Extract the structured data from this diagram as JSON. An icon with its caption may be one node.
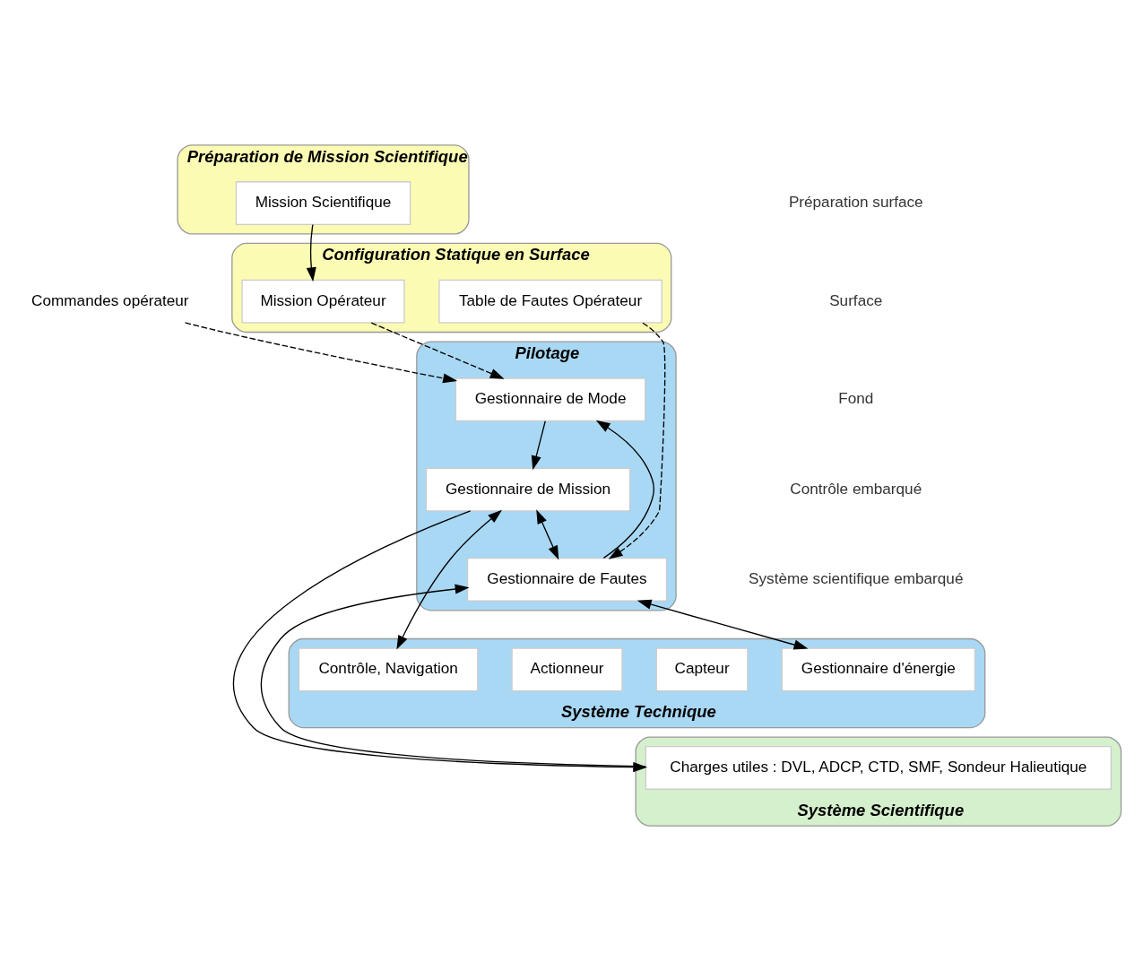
{
  "diagram": {
    "nodes": [
      {
        "text": [
          "Préparation de Mission Scientifique"
        ]
      },
      {
        "text": [
          "Mission Scientifique"
        ],
        "in": 0
      },
      {
        "text": [
          "Configuration Statique en Surface"
        ]
      },
      {
        "text": [
          "Mission Opérateur"
        ],
        "in": 2
      },
      {
        "text": [
          "Table de Fautes Opérateur"
        ],
        "in": 2
      },
      {
        "text": [
          "Commandes opérateur"
        ]
      },
      {
        "text": [
          "Pilotage"
        ]
      },
      {
        "text": [
          "Gestionnaire de Mode"
        ],
        "in": 6
      },
      {
        "text": [
          "Gestionnaire de Mission"
        ],
        "in": 6
      },
      {
        "text": [
          "Gestionnaire de Fautes"
        ],
        "in": 6
      },
      {
        "text": [
          "Système Technique"
        ]
      },
      {
        "text": [
          "Actionneur"
        ],
        "in": 10
      },
      {
        "text": [
          "Contrôle, Navigation"
        ],
        "in": 10
      },
      {
        "text": [
          "Capteur"
        ],
        "in": 10
      },
      {
        "text": [
          "Gestionnaire d'énergie"
        ],
        "in": 10
      },
      {
        "text": [
          "Système Scientifique"
        ]
      },
      {
        "text": [
          "Charges utiles : DVL, ADCP, CTD, SMF, Sondeur Halieutique"
        ],
        "in": 15
      }
    ],
    "edges": [
      {
        "from": 1,
        "to": 3,
        "arrow": "to"
      },
      {
        "from": 3,
        "to": 7,
        "arrow": "to",
        "style": "dashed"
      },
      {
        "from": 5,
        "to": 7,
        "arrow": "to",
        "style": "dashed"
      },
      {
        "from": 4,
        "to": 9,
        "arrow": "to",
        "style": "dashed"
      },
      {
        "from": 9,
        "to": 7,
        "arrow": "to"
      },
      {
        "from": 7,
        "to": 8,
        "arrow": "to"
      },
      {
        "from": 8,
        "to": 9,
        "arrow": "both"
      },
      {
        "from": 8,
        "to": 12,
        "arrow": "both"
      },
      {
        "from": 9,
        "to": 14,
        "arrow": "both"
      },
      {
        "from": 8,
        "to": 16,
        "arrow": "to"
      },
      {
        "from": 16,
        "to": 9,
        "arrow": "to"
      }
    ],
    "labels": [
      "Préparation surface",
      "Surface",
      "Fond",
      "Contrôle embarqué",
      "Système scientifique embarqué"
    ]
  }
}
